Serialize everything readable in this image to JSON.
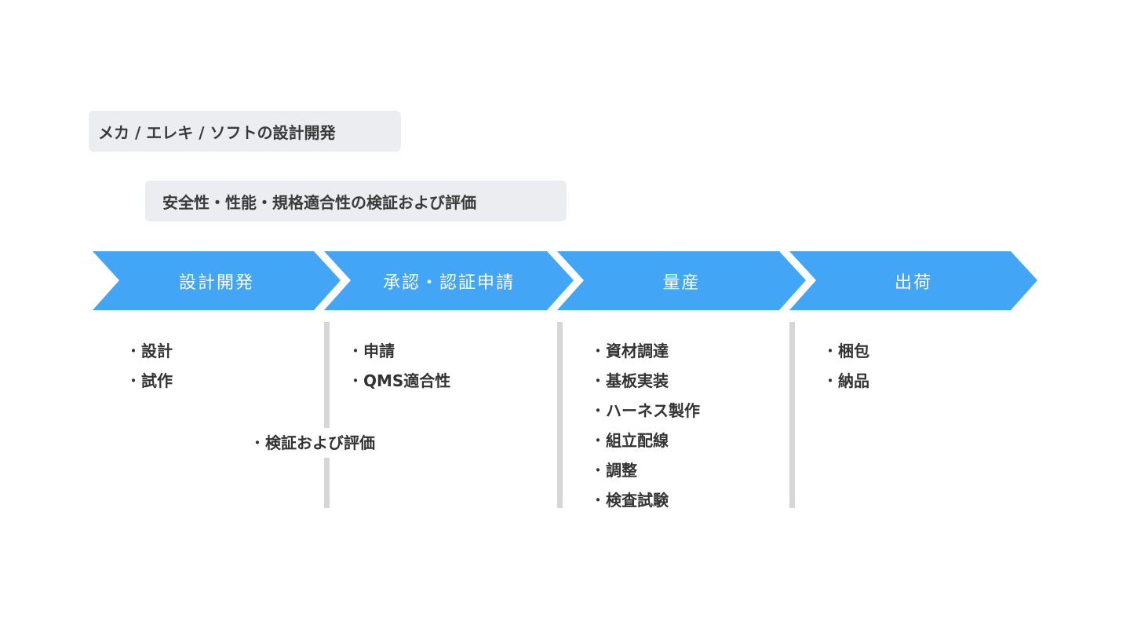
{
  "tags": {
    "dev_scope": "メカ / エレキ / ソフトの設計開発",
    "verification_scope": "安全性・性能・規格適合性の検証および評価"
  },
  "colors": {
    "arrow": "#42a5f5",
    "divider": "#d6d6d6",
    "tag_background": "#ebedf0"
  },
  "stages": [
    {
      "label": "設計開発",
      "items": [
        "設計",
        "試作"
      ]
    },
    {
      "label": "承認・認証申請",
      "items": [
        "申請",
        "QMS適合性"
      ]
    },
    {
      "label": "量産",
      "items": [
        "資材調達",
        "基板実装",
        "ハーネス製作",
        "組立配線",
        "調整",
        "検査試験"
      ]
    },
    {
      "label": "出荷",
      "items": [
        "梱包",
        "納品"
      ]
    }
  ],
  "spanning_item": "検証および評価"
}
